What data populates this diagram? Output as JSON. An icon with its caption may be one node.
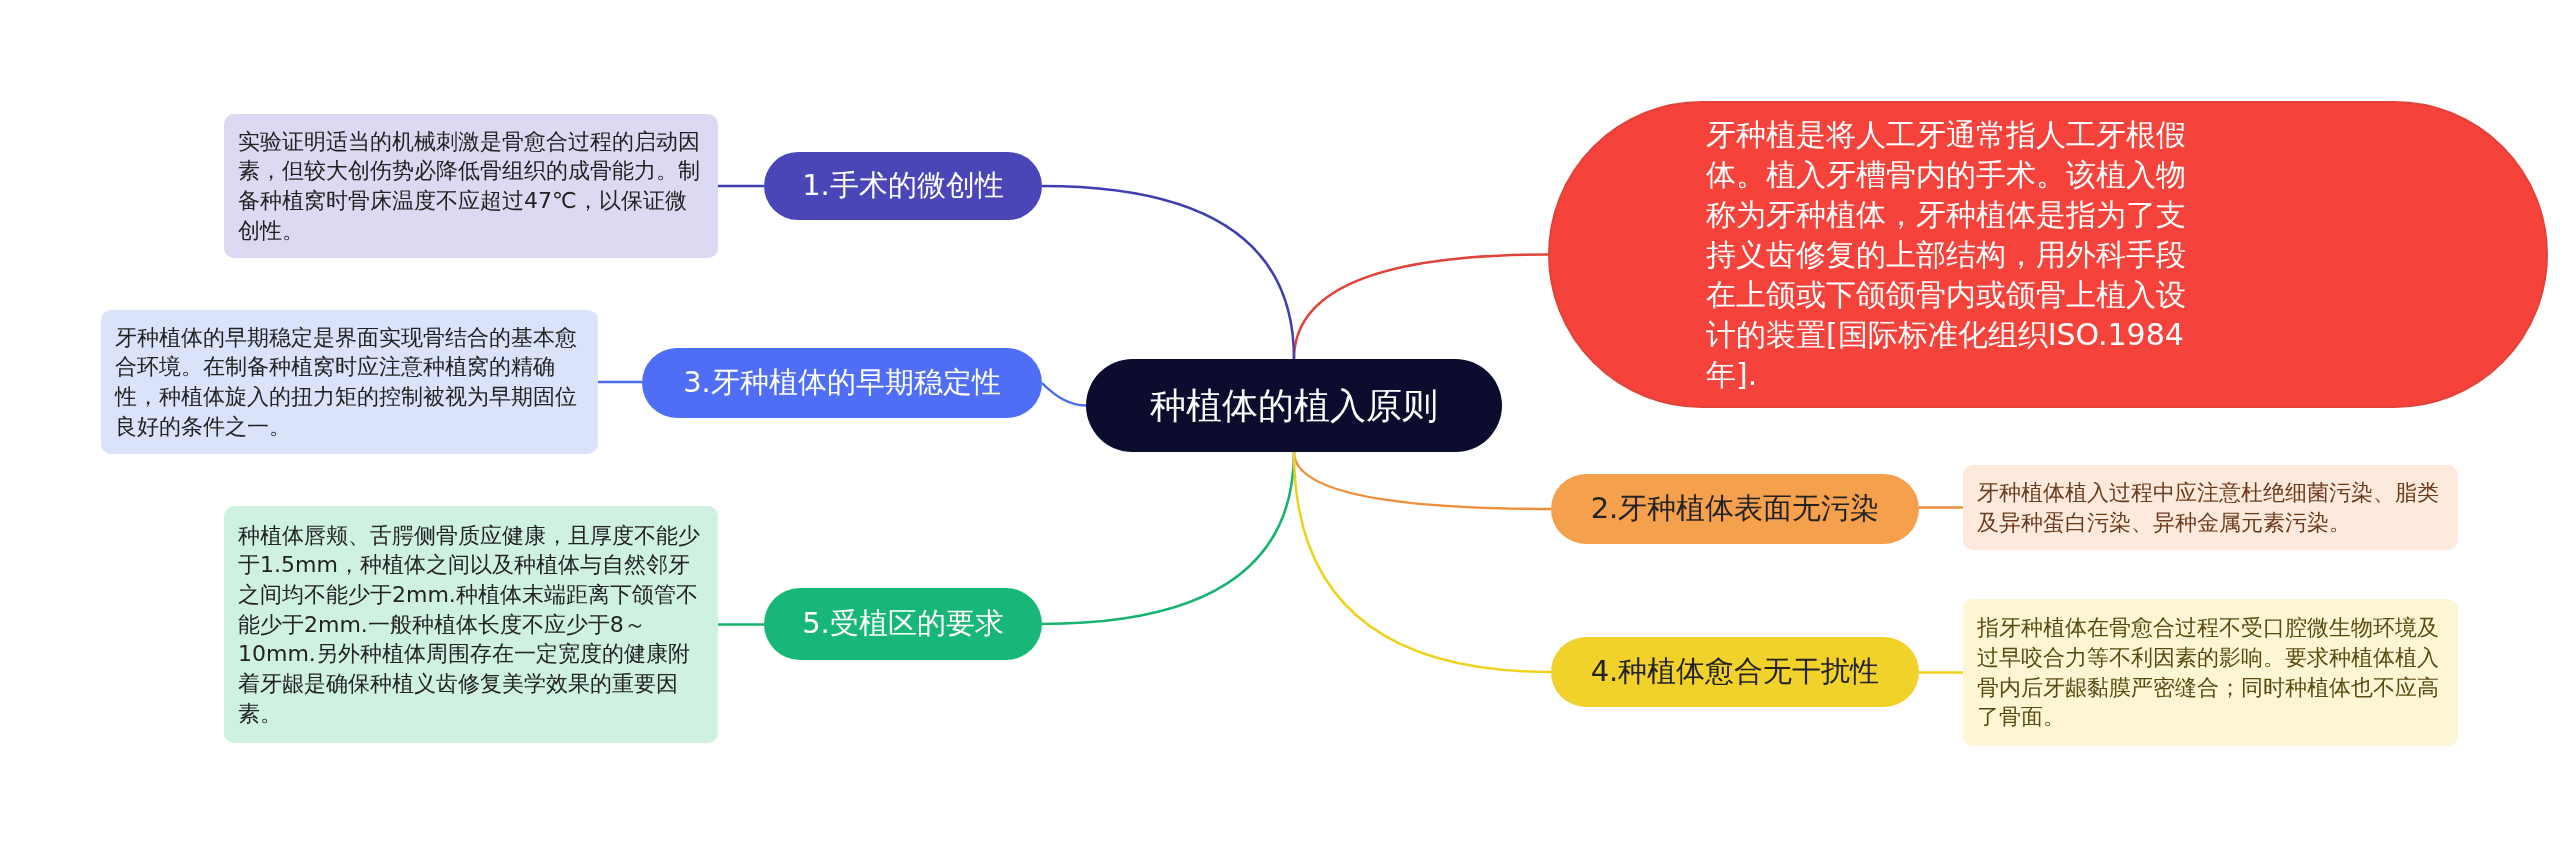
{
  "diagram": {
    "nodes": [
      {
        "text": [
          "种植体的植入原则"
        ]
      },
      {
        "text": [
          "牙种植是将人工牙通常指人工牙根假体。植入牙槽骨内的手术。该植入物称为牙种植体，牙种植体是指为了支持义齿修复的上部结构，用外科手段在上颌或下颌颌骨内或颌骨上植入设计的装置[国际标准化组织ISO.1984年]."
        ]
      },
      {
        "text": [
          "1.手术的微创性"
        ]
      },
      {
        "text": [
          "实验证明适当的机械刺激是骨愈合过程的启动因素，但较大创伤势必降低骨组织的成骨能力。制备种植窝时骨床温度不应超过47℃，以保证微创性。"
        ]
      },
      {
        "text": [
          "3.牙种植体的早期稳定性"
        ]
      },
      {
        "text": [
          "牙种植体的早期稳定是界面实现骨结合的基本愈合环境。在制备种植窝时应注意种植窝的精确性，种植体旋入的扭力矩的控制被视为早期固位良好的条件之一。"
        ]
      },
      {
        "text": [
          "5.受植区的要求"
        ]
      },
      {
        "text": [
          "种植体唇颊、舌腭侧骨质应健康，且厚度不能少于1.5mm，种植体之间以及种植体与自然邻牙之间均不能少于2mm.种植体末端距离下颌管不能少于2mm.一般种植体长度不应少于8～10mm.另外种植体周围存在一定宽度的健康附着牙龈是确保种植义齿修复美学效果的重要因素。"
        ]
      },
      {
        "text": [
          "2.牙种植体表面无污染"
        ]
      },
      {
        "text": [
          "牙种植体植入过程中应注意杜绝细菌污染、脂类及异种蛋白污染、异种金属元素污染。"
        ]
      },
      {
        "text": [
          "4.种植体愈合无干扰性"
        ]
      },
      {
        "text": [
          "指牙种植体在骨愈合过程不受口腔微生物环境及过早咬合力等不利因素的影响。要求种植体植入骨内后牙龈黏膜严密缝合；同时种植体也不应高了骨面。"
        ]
      }
    ],
    "edges": [
      {
        "from": 0,
        "to": 1,
        "arrow": "none",
        "color": "#e0433a"
      },
      {
        "from": 0,
        "to": 2,
        "arrow": "none",
        "color": "#3f3fae"
      },
      {
        "from": 0,
        "to": 4,
        "arrow": "none",
        "color": "#4a6cf0"
      },
      {
        "from": 0,
        "to": 6,
        "arrow": "none",
        "color": "#17b36f"
      },
      {
        "from": 0,
        "to": 8,
        "arrow": "none",
        "color": "#ef8f3b"
      },
      {
        "from": 0,
        "to": 10,
        "arrow": "none",
        "color": "#eed21f"
      },
      {
        "from": 2,
        "to": 3,
        "arrow": "none",
        "color": "#3f3fae"
      },
      {
        "from": 4,
        "to": 5,
        "arrow": "none",
        "color": "#4a6cf0"
      },
      {
        "from": 6,
        "to": 7,
        "arrow": "none",
        "color": "#17b36f"
      },
      {
        "from": 8,
        "to": 9,
        "arrow": "none",
        "color": "#ef8f3b"
      },
      {
        "from": 10,
        "to": 11,
        "arrow": "none",
        "color": "#eed21f"
      }
    ]
  }
}
